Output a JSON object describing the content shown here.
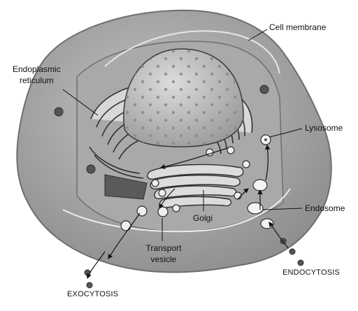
{
  "labels": {
    "cell_membrane": "Cell membrane",
    "er_line1": "Endoplasmic",
    "er_line2": "reticulum",
    "lysosome": "Lysosome",
    "endosome": "Endosome",
    "golgi": "Golgi",
    "transport_line1": "Transport",
    "transport_line2": "vesicle",
    "exocytosis": "EXOCYTOSIS",
    "endocytosis": "ENDOCYTOSIS"
  },
  "colors": {
    "cytoplasm": "#b4b4b4",
    "cytoplasm_edge": "#8f8f8f",
    "nucleus": "#c9c9c9",
    "nucleus_dots": "#8a8a8a",
    "organelle": "#e2e2e2",
    "outline": "#3a3a3a"
  }
}
